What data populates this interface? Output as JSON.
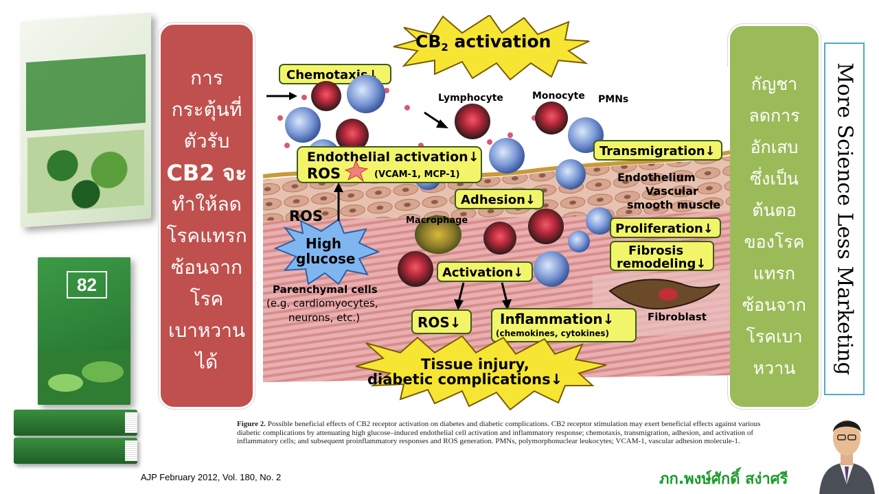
{
  "left_panel": {
    "lines": [
      "การ",
      "กระตุ้นที่",
      "ตัวรับ",
      "CB2 จะ",
      "ทำให้ลด",
      "โรคแทรก",
      "ซ้อนจาก",
      "โรค",
      "เบาหวาน",
      "ได้"
    ]
  },
  "right_panel": {
    "lines": [
      "กัญชา",
      "ลดการ",
      "อักเสบ",
      "ซึ่งเป็น",
      "ต้นตอ",
      "ของโรค",
      "แทรก",
      "ซ้อนจาก",
      "โรคเบา",
      "หวาน"
    ]
  },
  "vertical_title": "More Science Less Marketing",
  "diagram": {
    "title_cb2": "CB",
    "title_sub": "2",
    "title_rest": " activation",
    "chemotaxis": "Chemotaxis↓",
    "lymphocyte": "Lymphocyte",
    "monocyte": "Monocyte",
    "pmns": "PMNs",
    "endothelial_activation": "Endothelial activation↓",
    "ros_top": "ROS",
    "vcam": "(VCAM-1, MCP-1)",
    "transmigration": "Transmigration↓",
    "endothelium": "Endothelium",
    "vascular": "Vascular",
    "smooth_muscle": "smooth muscle",
    "adhesion": "Adhesion↓",
    "ros_left": "ROS",
    "macrophage": "Macrophage",
    "proliferation": "Proliferation↓",
    "high_glucose_1": "High",
    "high_glucose_2": "glucose",
    "fibrosis_1": "Fibrosis",
    "fibrosis_2": "remodeling↓",
    "activation": "Activation↓",
    "parenchymal_1": "Parenchymal cells",
    "parenchymal_2": "(e.g. cardiomyocytes,",
    "parenchymal_3": "neurons, etc.)",
    "ros_down": "ROS↓",
    "inflammation": "Inflammation↓",
    "chemokines": "(chemokines, cytokines)",
    "fibroblast": "Fibroblast",
    "tissue_1": "Tissue injury,",
    "tissue_2": "diabetic complications↓"
  },
  "caption": {
    "label": "Figure 2.",
    "text": " Possible beneficial effects of CB2 receptor activation on diabetes and diabetic complications. CB2 receptor stimulation may exert beneficial effects against various diabetic complications by attenuating high glucose–induced endothelial cell activation and inflammatory response; chemotaxis, transmigration, adhesion, and activation of inflammatory cells; and subsequent proinflammatory responses and ROS generation. PMNs, polymorphonuclear leukocytes; VCAM-1, vascular adhesion molecule-1."
  },
  "citation": "AJP February 2012,  Vol. 180, No. 2",
  "author": "ภก.พงษ์ศักดิ์ สง่าศรี",
  "book_cover": {
    "number": "82"
  },
  "colors": {
    "red_panel": "#c0504d",
    "green_panel": "#9bbb59",
    "label_fill": "#f2f56a",
    "burst_fill": "#f7e533",
    "author_green": "#1a9a2a"
  }
}
